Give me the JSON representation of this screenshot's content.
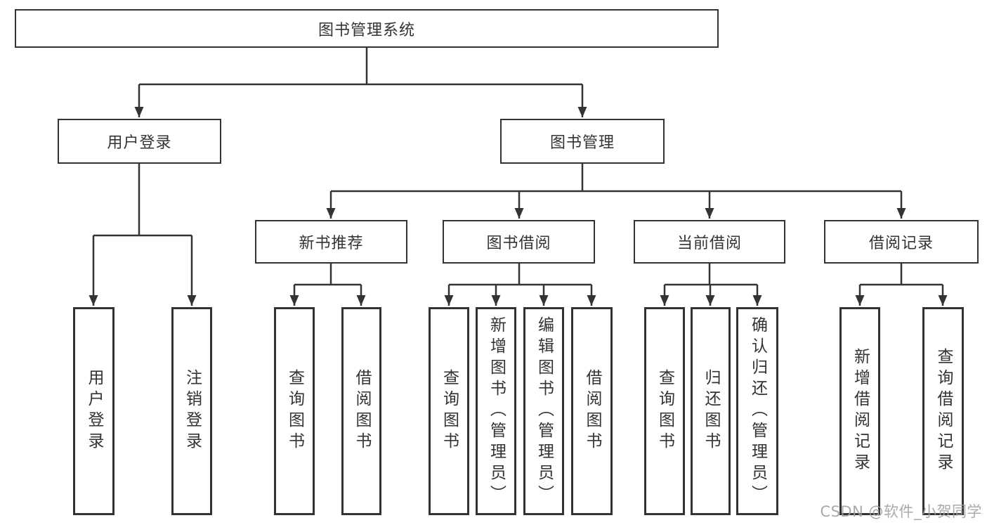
{
  "diagram": {
    "type": "tree",
    "title": "图书管理系统"
  },
  "colors": {
    "line": "#333333",
    "box_border": "#333333",
    "text": "#333333",
    "watermark": "#9e9e9e",
    "background": "#ffffff"
  },
  "tree": {
    "root": {
      "label": "图书管理系统"
    },
    "branches": [
      {
        "label": "用户登录",
        "children": [
          {
            "label": "用户登录"
          },
          {
            "label": "注销登录"
          }
        ]
      },
      {
        "label": "图书管理",
        "children": [
          {
            "label": "新书推荐",
            "children": [
              {
                "label": "查询图书"
              },
              {
                "label": "借阅图书"
              }
            ]
          },
          {
            "label": "图书借阅",
            "children": [
              {
                "label": "查询图书"
              },
              {
                "label": "新增图书（管理员）"
              },
              {
                "label": "编辑图书（管理员）"
              },
              {
                "label": "借阅图书"
              }
            ]
          },
          {
            "label": "当前借阅",
            "children": [
              {
                "label": "查询图书"
              },
              {
                "label": "归还图书"
              },
              {
                "label": "确认归还（管理员）"
              }
            ]
          },
          {
            "label": "借阅记录",
            "children": [
              {
                "label": "新增借阅记录"
              },
              {
                "label": "查询借阅记录"
              }
            ]
          }
        ]
      }
    ]
  },
  "watermark": {
    "text": "CSDN @软件_小贺同学"
  }
}
